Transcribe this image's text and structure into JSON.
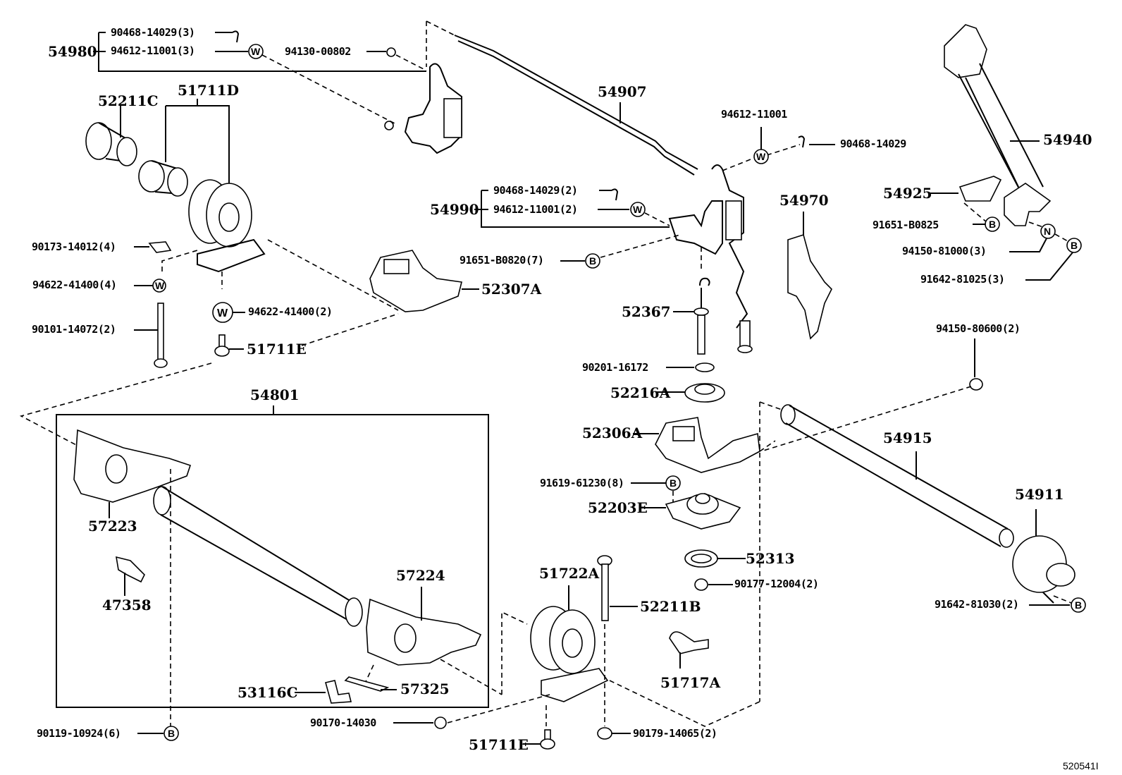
{
  "diagram": {
    "type": "exploded parts diagram",
    "figure_code": "520541I",
    "symbols": {
      "washer": "W",
      "bolt": "B",
      "nut": "N"
    },
    "assemblies": {
      "54980": {
        "label": "54980",
        "items": [
          "90468-14029 (3)",
          "94612-11001 (3)"
        ]
      },
      "54990": {
        "label": "54990",
        "items": [
          "90468-14029 (2)",
          "94612-11001 (2)"
        ]
      },
      "54801": {
        "label": "54801"
      }
    },
    "labels": {
      "p90468_14029_3": "90468-14029(3)",
      "p94612_11001_3": "94612-11001(3)",
      "p54980": "54980",
      "p94130_00802": "94130-00802",
      "p52211C": "52211C",
      "p51711D": "51711D",
      "p54907": "54907",
      "p94612_11001": "94612-11001",
      "p90468_14029": "90468-14029",
      "p54940": "54940",
      "p54925": "54925",
      "p91651_B0825": "91651-B0825",
      "p94150_81000_3": "94150-81000(3)",
      "p91642_81025_3": "91642-81025(3)",
      "p90468_14029_2": "90468-14029(2)",
      "p94612_11001_2": "94612-11001(2)",
      "p54990": "54990",
      "p54970": "54970",
      "p91651_B0820_7": "91651-B0820(7)",
      "p52307A": "52307A",
      "p90173_14012_4": "90173-14012(4)",
      "p94622_41400_4": "94622-41400(4)",
      "p94622_41400_2": "94622-41400(2)",
      "p90101_14072_2": "90101-14072(2)",
      "p51711E_top": "51711E",
      "p52367": "52367",
      "p90201_16172": "90201-16172",
      "p52216A": "52216A",
      "p94150_80600_2": "94150-80600(2)",
      "p54801": "54801",
      "p52306A": "52306A",
      "p54915": "54915",
      "p57223": "57223",
      "p91619_61230_8": "91619-61230(8)",
      "p52203E": "52203E",
      "p54911": "54911",
      "p52313": "52313",
      "p90177_12004_2": "90177-12004(2)",
      "p47358": "47358",
      "p57224": "57224",
      "p51722A": "51722A",
      "p52211B": "52211B",
      "p91642_81030_2": "91642-81030(2)",
      "p51717A": "51717A",
      "p53116C": "53116C",
      "p57325": "57325",
      "p90170_14030": "90170-14030",
      "p90119_10924_6": "90119-10924(6)",
      "p51711E_bottom": "51711E",
      "p90179_14065_2": "90179-14065(2)"
    }
  }
}
